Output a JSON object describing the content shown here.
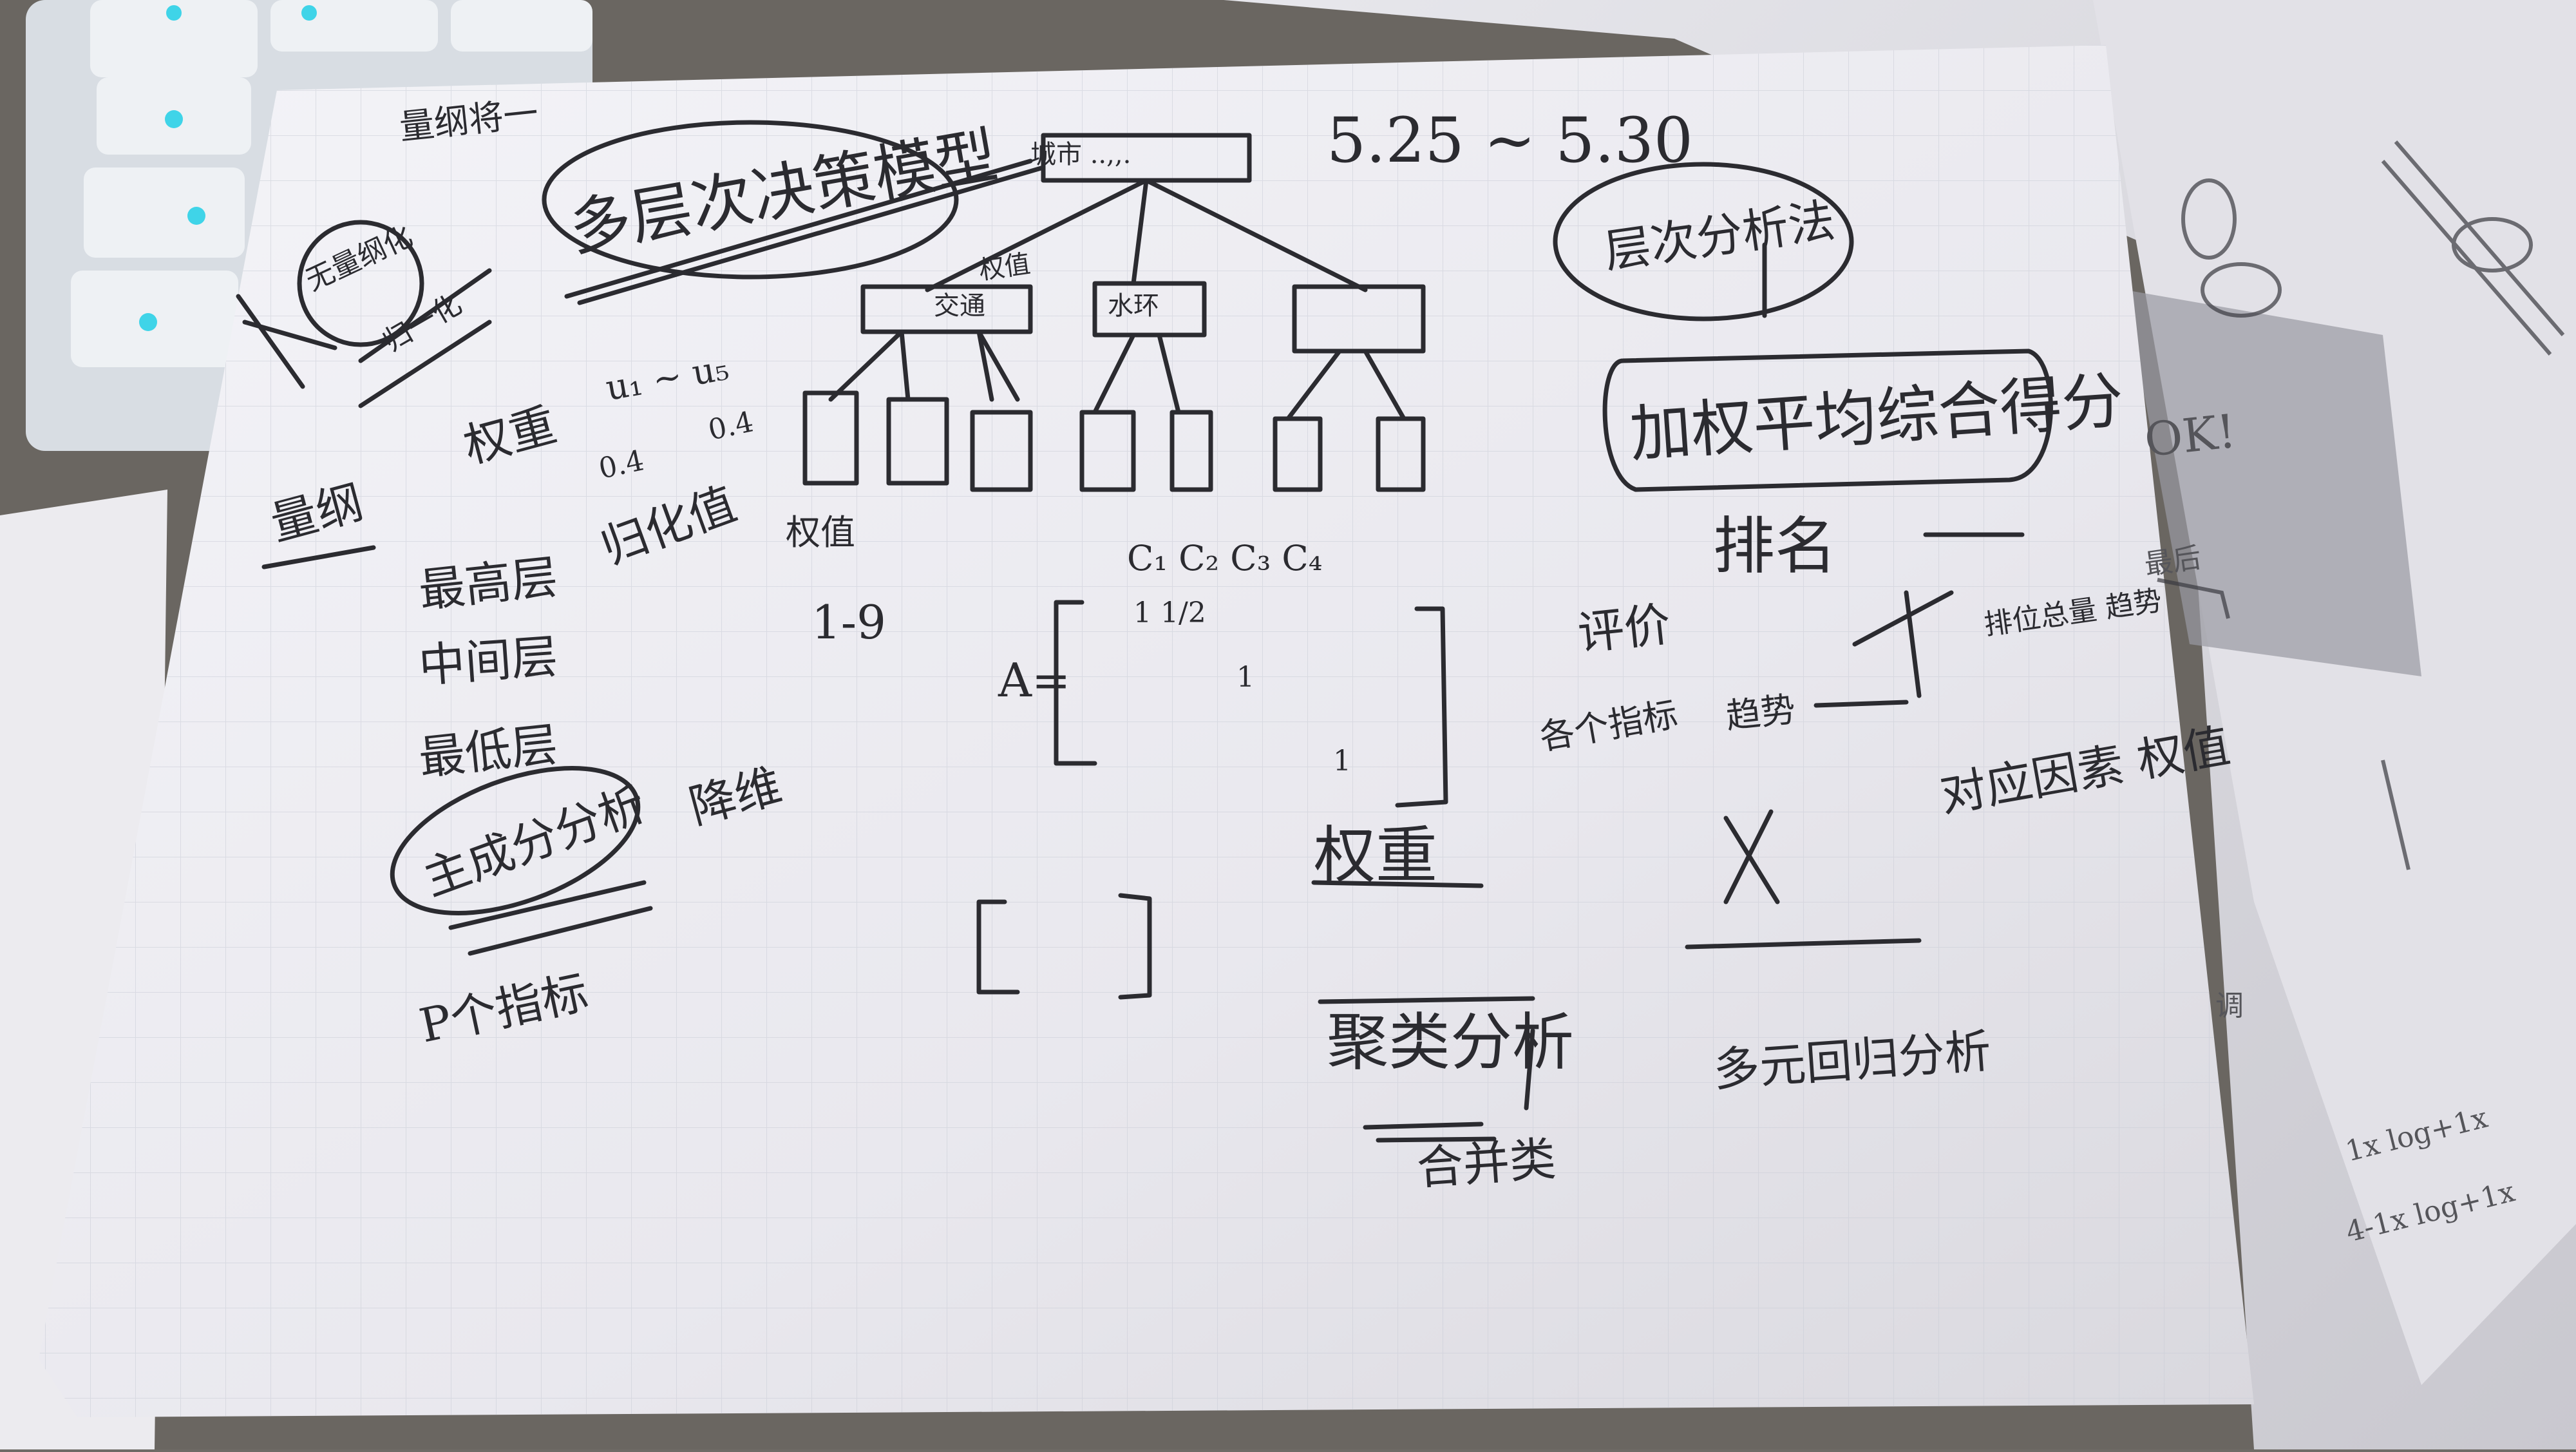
{
  "notes": {
    "header_small": "量纲将一",
    "title_left": "多层次决策模型",
    "dates": "5.25 ~ 5.30",
    "title_right": "层次分析法",
    "weighted_score": "加权平均综合得分",
    "left_circle": "无量纲化",
    "left_sub": "归一化",
    "weights": "权重",
    "u_range": "u₁ ~ u₅",
    "u_vals_1": "0.4",
    "u_vals_2": "0.4",
    "dimension": "量纲",
    "normalize": "归化值",
    "top_layer": "最高层",
    "middle_layer": "中间层",
    "bottom_layer": "最低层",
    "pca": "主成分分析",
    "reduce_dim": "降维",
    "p_indicators": "P个指标",
    "scale": "1-9",
    "weight_value": "权值",
    "criteria_labels": "C₁   C₂ C₃ C₄",
    "matrix_label": "A=",
    "matrix_row1": "1   1/2",
    "matrix_row2": "1",
    "matrix_row3": "1",
    "weights_bottom": "权重",
    "bracket": "[ ; ]",
    "cluster": "聚类分析",
    "merge": "合并类",
    "sort": "排名",
    "evaluate": "评价",
    "each_indicator": "各个指标",
    "trend": "趋势",
    "rank_trend": "排位总量 趋势",
    "response": "对应因素 权值",
    "multi_regression": "多元回归分析",
    "tree_root": "城市 ..,,.",
    "tree_node_1": "交通",
    "tree_node_2": "水环",
    "tree_node_weight": "权值",
    "right_bg_1": "OK!",
    "right_bg_2": "最后",
    "right_bg_3": "调",
    "right_bg_4": "1x log+1x",
    "right_bg_5": "4-1x log+1x"
  },
  "colors": {
    "paper": "#f2f1f5",
    "ink": "#2b2b30",
    "keyboard": "#e7eaee",
    "keyglow": "#3fd4e8",
    "table": "#6f6b66"
  }
}
